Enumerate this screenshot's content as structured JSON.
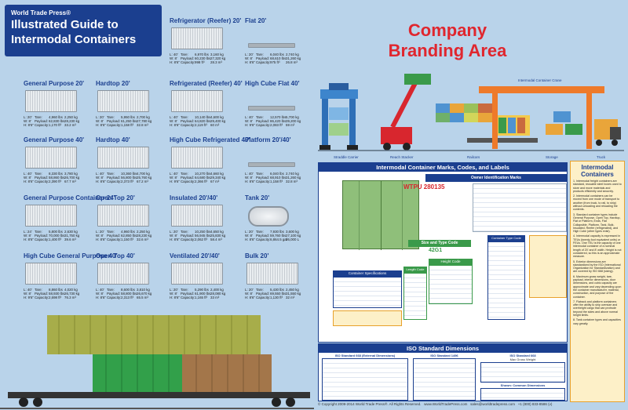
{
  "header": {
    "brand": "World Trade Press®",
    "title_line1": "Illustrated Guide to",
    "title_line2": "Intermodal Containers"
  },
  "branding": {
    "line1": "Company",
    "line2": "Branding Area"
  },
  "containers": [
    {
      "id": "refrigerator-reefer-20",
      "title": "Refrigerator (Reefer) 20'",
      "specs": [
        [
          "L: 40'",
          "Tare:",
          "6,970 lbs",
          "3,160 kg"
        ],
        [
          "W: 8'",
          "Payload:",
          "60,230 lbs",
          "27,320 kg"
        ],
        [
          "H: 8'6\"",
          "Capacity:",
          "998 ft³",
          "28.3 m³"
        ]
      ]
    },
    {
      "id": "flat-20",
      "title": "Flat 20'",
      "specs": [
        [
          "L: 20'",
          "Tare:",
          "6,040 lbs",
          "2,740 kg"
        ],
        [
          "W: 8'",
          "Payload:",
          "68,610 lbs",
          "31,260 kg"
        ],
        [
          "H: 8'6\"",
          "Capacity:",
          "975 ft³",
          "26.8 m³"
        ]
      ]
    },
    {
      "id": "general-purpose-20",
      "title": "General Purpose 20'",
      "specs": [
        [
          "L: 20'",
          "Tare:",
          "4,960 lbs",
          "2,250 kg"
        ],
        [
          "W: 8'",
          "Payload:",
          "62,830 lbs",
          "28,230 kg"
        ],
        [
          "H: 8'6\"",
          "Capacity:",
          "1,170 ft³",
          "33.2 m³"
        ]
      ]
    },
    {
      "id": "hardtop-20",
      "title": "Hardtop 20'",
      "specs": [
        [
          "L: 20'",
          "Tare:",
          "5,950 lbs",
          "2,700 kg"
        ],
        [
          "W: 8'",
          "Payload:",
          "61,250 lbs",
          "27,780 kg"
        ],
        [
          "H: 8'6\"",
          "Capacity:",
          "1,158 ft³",
          "32.8 m³"
        ]
      ]
    },
    {
      "id": "refrigerated-reefer-40",
      "title": "Refrigerated (Reefer) 40'",
      "specs": [
        [
          "L: 40'",
          "Tare:",
          "10,140 lbs",
          "4,600 kg"
        ],
        [
          "W: 8'",
          "Payload:",
          "64,820 lbs",
          "29,400 kg"
        ],
        [
          "H: 8'6\"",
          "Capacity:",
          "2,119 ft³",
          "60 m³"
        ]
      ]
    },
    {
      "id": "high-cube-flat-40",
      "title": "High Cube Flat 40'",
      "specs": [
        [
          "L: 40'",
          "Tare:",
          "12,570 lbs",
          "5,700 kg"
        ],
        [
          "W: 8'",
          "Payload:",
          "86,420 lbs",
          "39,200 kg"
        ],
        [
          "H: 9'6\"",
          "Capacity:",
          "2,083 ft³",
          "59 m³"
        ]
      ]
    },
    {
      "id": "general-purpose-40",
      "title": "General Purpose 40'",
      "specs": [
        [
          "L: 40'",
          "Tare:",
          "8,330 lbs",
          "3,780 kg"
        ],
        [
          "W: 8'",
          "Payload:",
          "58,860 lbs",
          "26,700 kg"
        ],
        [
          "H: 8'6\"",
          "Capacity:",
          "2,390 ft³",
          "67.7 m³"
        ]
      ]
    },
    {
      "id": "hardtop-40",
      "title": "Hardtop 40'",
      "specs": [
        [
          "L: 40'",
          "Tare:",
          "10,360 lbs",
          "4,700 kg"
        ],
        [
          "W: 8'",
          "Payload:",
          "56,800 lbs",
          "25,760 kg"
        ],
        [
          "H: 8'6\"",
          "Capacity:",
          "2,373 ft³",
          "67.2 m³"
        ]
      ]
    },
    {
      "id": "high-cube-refrigerated-40",
      "title": "High Cube Refrigerated  40'",
      "specs": [
        [
          "L: 40'",
          "Tare:",
          "10,270 lbs",
          "4,660 kg"
        ],
        [
          "W: 8'",
          "Payload:",
          "64,680 lbs",
          "29,340 kg"
        ],
        [
          "H: 9'6\"",
          "Capacity:",
          "2,366 ft³",
          "67 m³"
        ]
      ]
    },
    {
      "id": "platform-20-40",
      "title": "Platform 20'/40'",
      "specs": [
        [
          "L: 40'",
          "Tare:",
          "6,040 lbs",
          "2,740 kg"
        ],
        [
          "W: 8'",
          "Payload:",
          "68,910 lbs",
          "31,260 kg"
        ],
        [
          "H: 8'6\"",
          "Capacity:",
          "1,158 ft³",
          "32.8 m³"
        ]
      ]
    },
    {
      "id": "general-purpose-container-24",
      "title": "General Purpose Container  24'",
      "specs": [
        [
          "L: 24'",
          "Tare:",
          "5,800 lbs",
          "2,630 kg"
        ],
        [
          "W: 8'",
          "Payload:",
          "70,000 lbs",
          "31,750 kg"
        ],
        [
          "H: 8'6\"",
          "Capacity:",
          "1,400 ft³",
          "39.6 m³"
        ]
      ]
    },
    {
      "id": "open-top-20",
      "title": "Open Top  20'",
      "specs": [
        [
          "L: 20'",
          "Tare:",
          "4,960 lbs",
          "2,250 kg"
        ],
        [
          "W: 8'",
          "Payload:",
          "62,850 lbs",
          "28,230 kg"
        ],
        [
          "H: 8'6\"",
          "Capacity:",
          "1,150 ft³",
          "32.6 m³"
        ]
      ]
    },
    {
      "id": "insulated-20-40",
      "title": "Insulated 20'/40'",
      "specs": [
        [
          "L: 20'",
          "Tare:",
          "10,250 lbs",
          "4,650 kg"
        ],
        [
          "W: 8'",
          "Payload:",
          "56,945 lbs",
          "25,830 kg"
        ],
        [
          "H: 8'6\"",
          "Capacity:",
          "2,062 ft³",
          "58.4 m³"
        ]
      ]
    },
    {
      "id": "tank-20",
      "title": "Tank  20'",
      "specs": [
        [
          "L: 20'",
          "Tare:",
          "7,930 lbs",
          "3,600 kg"
        ],
        [
          "W: 8'",
          "Payload:",
          "59,760 lbs",
          "27,100 kg"
        ],
        [
          "H: 8'6\"",
          "Capacity:",
          "6,864.5 gal",
          "26,000 L"
        ]
      ]
    },
    {
      "id": "high-cube-general-purpose-40",
      "title": "High Cube General Purpose 40'",
      "specs": [
        [
          "L: 40'",
          "Tare:",
          "8,860 lbs",
          "4,020 kg"
        ],
        [
          "W: 8'",
          "Payload:",
          "58,930 lbs",
          "26,730 kg"
        ],
        [
          "H: 9'6\"",
          "Capacity:",
          "2,698 ft³",
          "76.3 m³"
        ]
      ]
    },
    {
      "id": "open-top-40",
      "title": "Open Top  40'",
      "specs": [
        [
          "L: 40'",
          "Tare:",
          "8,600 lbs",
          "3,810 kg"
        ],
        [
          "W: 8'",
          "Payload:",
          "58,800 lbs",
          "26,670 kg"
        ],
        [
          "H: 8'6\"",
          "Capacity:",
          "2,313 ft³",
          "65.5 m³"
        ]
      ]
    },
    {
      "id": "ventilated-20-40",
      "title": "Ventilated 20'/40'",
      "specs": [
        [
          "L: 20'",
          "Tare:",
          "5,290 lbs",
          "2,400 kg"
        ],
        [
          "W: 8'",
          "Payload:",
          "61,900 lbs",
          "28,080 kg"
        ],
        [
          "H: 8'6\"",
          "Capacity:",
          "1,165 ft³",
          "33 m³"
        ]
      ]
    },
    {
      "id": "bulk-20",
      "title": "Bulk  20'",
      "specs": [
        [
          "L: 20'",
          "Tare:",
          "5,430 lbs",
          "2,450 kg"
        ],
        [
          "W: 8'",
          "Payload:",
          "69,550 lbs",
          "31,550 kg"
        ],
        [
          "H: 8'6\"",
          "Capacity:",
          "1,130 ft³",
          "32 m³"
        ]
      ]
    }
  ],
  "scene_labels": {
    "straddle": "Straddle Carrier",
    "reach": "Reach Stacker",
    "railcars": "Railcars",
    "storage": "Storage",
    "truck": "Truck",
    "crane": "Intermodal Container Crane"
  },
  "marks": {
    "title": "Intermodal Container Marks, Codes, and Labels",
    "owner_title": "Owner Identification Marks",
    "owner_code": "WTPU 280135",
    "size_title": "Size and Type Code",
    "size_code": "42G1",
    "height_title": "Height Code",
    "length_title": "Length Code",
    "specs_title": "Container Specifications",
    "type_title": "Container Type Code"
  },
  "iso": {
    "title": "ISO Standard Dimensions",
    "ext_title": "ISO Standard 668 (External Dimensions)",
    "s1496": "ISO Standard 1496",
    "s668": "ISO Standard 668",
    "max_gross": "Max Gross Weight",
    "common": "Shown: Common Dimensions"
  },
  "side": {
    "title_line1": "Intermodal",
    "title_line2": "Containers",
    "paras": [
      "1. Intermodal freight containers are standard, reusable steel boxes used to store and move materials and products efficiently and securely.",
      "2. Intermodal containers can be moved from one mode of transport to another (from truck, to rail, to ship) without unloading and reloading the contents.",
      "3. Standard container types include General Purpose, Open Top, Hardtop, Flat or Platform, Ends, Flat Collapsible, Platform, Tank, Bulk, Insulated, Reefer (refrigerated), and High Cube (other types exist).",
      "4. Intermodal capacity is expressed in TEUs (twenty-foot equivalent units) or FEUs. One TEU is the capacity of one intermodal container of a nominal length of 20' and 8' width. Height is not considered, so this is an approximate measure.",
      "5. Exterior dimensions are standardized by the ISO (International Organization for Standardization) and are covered by ISO 668 (sizing).",
      "6. Maximum gross weight, tare, payload, interior dimensions, door dimensions, and cubic capacity are approximate and vary depending upon the container manufacturer, material, construction, and purpose of the container.",
      "7. Flatrack and platform containers offer the ability to ship oversize and overheight cargo that can protrude beyond the sides and above normal height limits.",
      "8. Tank container types and capacities vary greatly."
    ]
  },
  "footer": {
    "copyright": "© Copyright 2009-2014 World Trade Press®. All Rights Reserved.",
    "web": "www.WorldTradePress.com",
    "email": "sales@worldtradepress.com",
    "phone": "+1 (800) 833-8586 (v)"
  }
}
